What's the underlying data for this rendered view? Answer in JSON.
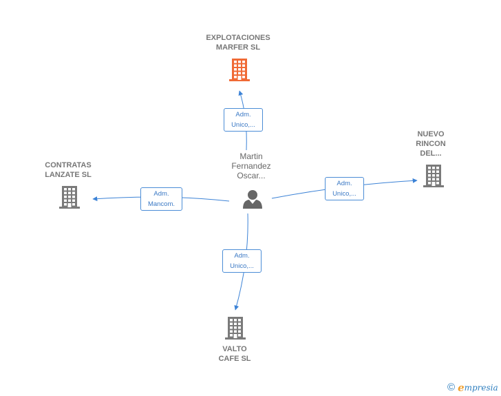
{
  "person": {
    "name": "Martin\nFernandez\nOscar..."
  },
  "companies": [
    {
      "id": "explotaciones",
      "name": "EXPLOTACIONES\nMARFER  SL",
      "color": "#f06a35"
    },
    {
      "id": "nuevo",
      "name": "NUEVO\nRINCON\nDEL...",
      "color": "#7a7a7a"
    },
    {
      "id": "contratas",
      "name": "CONTRATAS\nLANZATE  SL",
      "color": "#7a7a7a"
    },
    {
      "id": "valto",
      "name": "VALTO\nCAFE  SL",
      "color": "#7a7a7a"
    }
  ],
  "edges": [
    {
      "to": "explotaciones",
      "label": "Adm.\nUnico,..."
    },
    {
      "to": "nuevo",
      "label": "Adm.\nUnico,..."
    },
    {
      "to": "contratas",
      "label": "Adm.\nMancom."
    },
    {
      "to": "valto",
      "label": "Adm.\nUnico,..."
    }
  ],
  "colors": {
    "edge": "#3b82d6"
  },
  "footer": {
    "copyright": "©",
    "brand_initial": "e",
    "brand_rest": "mpresia"
  }
}
